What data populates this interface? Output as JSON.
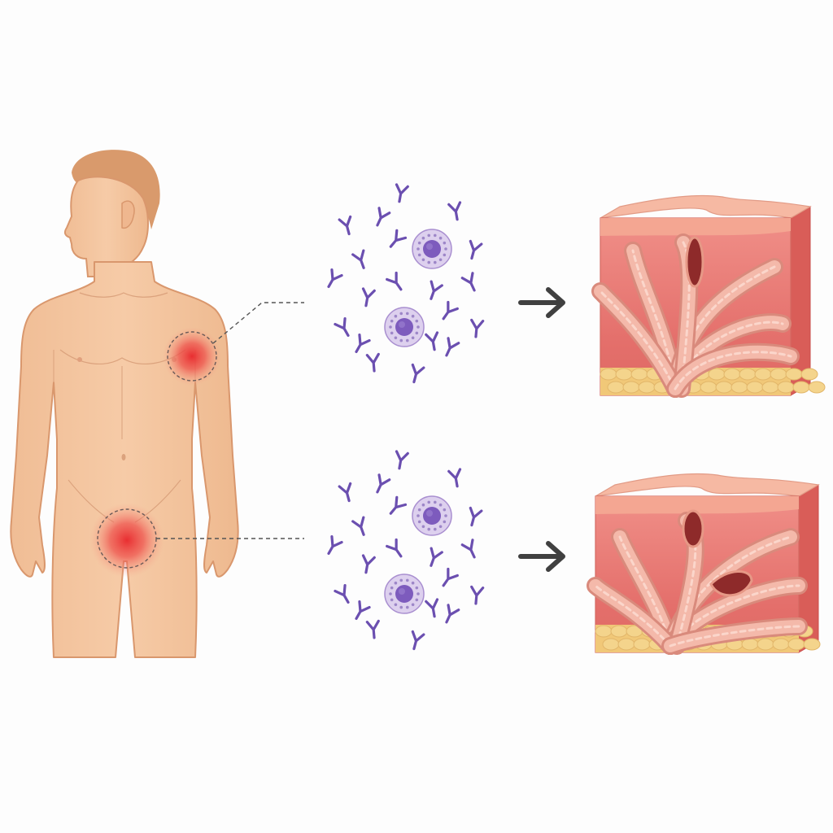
{
  "colors": {
    "background": "#fdfdfd",
    "skin": "#f2c29b",
    "skin_outline": "#d9976d",
    "hair": "#d99a6c",
    "inflammation": "#ec3a3a",
    "immune_purple": "#6b4fb0",
    "cell_fill": "#ddd0ee",
    "nucleus": "#7d5bbd",
    "arrow": "#404040",
    "tissue_base": "#e77c76",
    "tissue_fiber": "#f3b0a4",
    "epidermis": "#f6b9a3",
    "fat": "#f4d48c"
  },
  "regions": [
    {
      "name": "axilla",
      "icon": "inflamed-axilla-region"
    },
    {
      "name": "groin",
      "icon": "inflamed-groin-region"
    }
  ],
  "icons": [
    "human-figure",
    "antibody-icon",
    "immune-cell-icon",
    "arrow-right-icon",
    "skin-tissue-block",
    "sinus-tract"
  ]
}
